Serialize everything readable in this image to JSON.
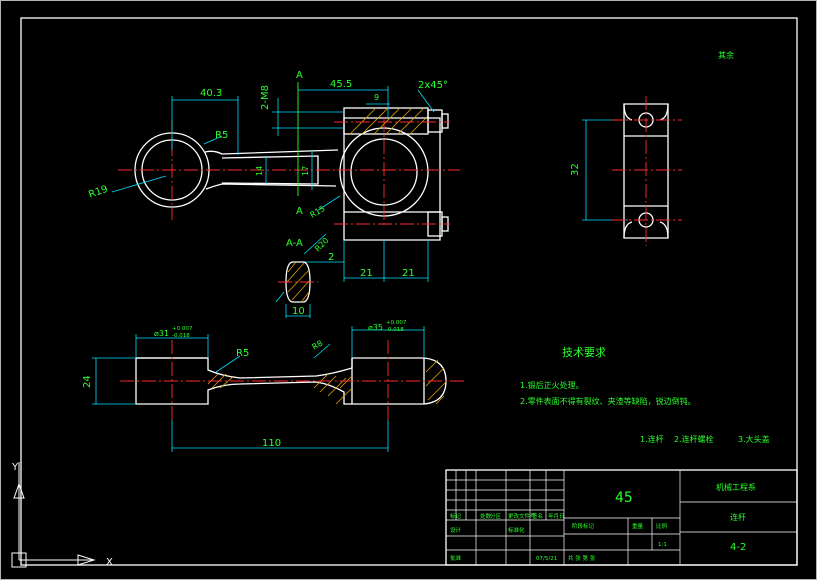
{
  "drawing": {
    "corner_note": "其余",
    "dimensions": {
      "d40_3": "40.3",
      "d45_5": "45.5",
      "d2_m8": "2-M8",
      "d2x45": "2x45°",
      "d9": "9",
      "dR5": "R5",
      "dR19": "R19",
      "d14": "14",
      "d17": "17",
      "dR15": "R15",
      "d32": "32",
      "dR20": "R20",
      "d2": "2",
      "d21a": "21",
      "d21b": "21",
      "d10": "10",
      "d24": "24",
      "d110": "110",
      "dR5b": "R5",
      "dR8": "R8",
      "dia31": "⌀31",
      "dia31_tol_up": "+0.007",
      "dia31_tol_lo": "-0.018",
      "dia35": "⌀35",
      "dia35_tol_up": "+0.007",
      "dia35_tol_lo": "-0.018"
    },
    "section_marks": {
      "a_top": "A",
      "a_bottom": "A",
      "section_label": "A-A"
    },
    "tech": {
      "title": "技术要求",
      "line1": "1.锻后正火处理。",
      "line2": "2.零件表面不得有裂纹、夹渣等缺陷，锐边倒钝。",
      "note1": "1.连杆",
      "note2": "2.连杆螺栓",
      "note3": "3.大头盖"
    }
  },
  "title_block": {
    "material": "45",
    "org": "机械工程系",
    "part_name": "连杆",
    "drawing_no": "4-2",
    "row_labels": {
      "mark": "标记",
      "count": "处数",
      "zone": "分区",
      "doc": "更改文件号",
      "sign": "签名",
      "date": "年月日"
    },
    "design_label": "设计",
    "std_label": "标准化",
    "stage_label": "阶段标记",
    "weight_label": "重量",
    "scale_label": "比例",
    "scale_value": "1:1",
    "approve_label": "批准",
    "date_value": "07/5/21",
    "sheet_text": "共 张 第 张"
  },
  "ucs": {
    "y_label": "Y",
    "x_label": "X"
  }
}
